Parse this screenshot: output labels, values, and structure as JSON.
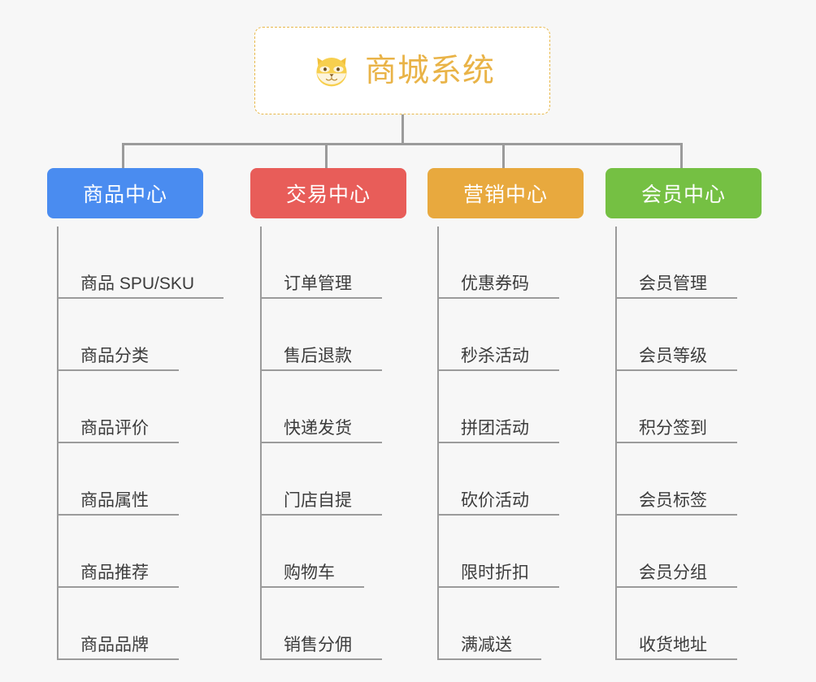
{
  "root": {
    "icon": "shiba-dog-face-emoji",
    "title": "商城系统",
    "border_color": "#e8b84a",
    "title_color": "#e9b347",
    "background": "#ffffff"
  },
  "canvas": {
    "background": "#f7f7f7",
    "connector_color": "#9b9b9b"
  },
  "columns": [
    {
      "header": "商品中心",
      "color": "#4a8cf0",
      "items": [
        "商品 SPU/SKU",
        "商品分类",
        "商品评价",
        "商品属性",
        "商品推荐",
        "商品品牌"
      ]
    },
    {
      "header": "交易中心",
      "color": "#e85d59",
      "items": [
        "订单管理",
        "售后退款",
        "快递发货",
        "门店自提",
        "购物车",
        "销售分佣"
      ]
    },
    {
      "header": "营销中心",
      "color": "#e8a93e",
      "items": [
        "优惠券码",
        "秒杀活动",
        "拼团活动",
        "砍价活动",
        "限时折扣",
        "满减送"
      ]
    },
    {
      "header": "会员中心",
      "color": "#75c043",
      "items": [
        "会员管理",
        "会员等级",
        "积分签到",
        "会员标签",
        "会员分组",
        "收货地址"
      ]
    }
  ]
}
